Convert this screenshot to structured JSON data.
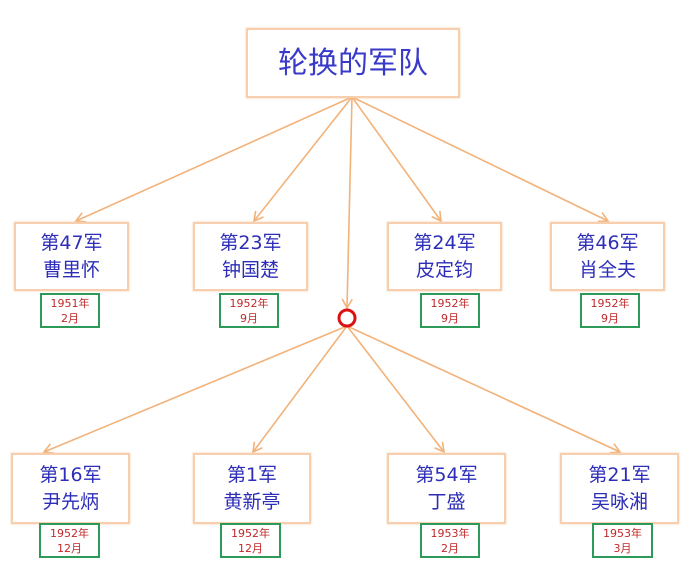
{
  "title": "轮换的军队",
  "colors": {
    "arrow": "#f2b27a",
    "box_border": "#f8cfae",
    "text": "#2d2db8",
    "date_text": "#c0282a",
    "date_border": "#2e9a5a",
    "junction": "#dd1111"
  },
  "row1": [
    {
      "army": "第47军",
      "commander": "曹里怀",
      "year": "1951年",
      "month": "2月"
    },
    {
      "army": "第23军",
      "commander": "钟国楚",
      "year": "1952年",
      "month": "9月"
    },
    {
      "army": "第24军",
      "commander": "皮定钧",
      "year": "1952年",
      "month": "9月"
    },
    {
      "army": "第46军",
      "commander": "肖全夫",
      "year": "1952年",
      "month": "9月"
    }
  ],
  "row2": [
    {
      "army": "第16军",
      "commander": "尹先炳",
      "year": "1952年",
      "month": "12月"
    },
    {
      "army": "第1军",
      "commander": "黄新亭",
      "year": "1952年",
      "month": "12月"
    },
    {
      "army": "第54军",
      "commander": "丁盛",
      "year": "1953年",
      "month": "2月"
    },
    {
      "army": "第21军",
      "commander": "吴咏湘",
      "year": "1953年",
      "month": "3月"
    }
  ]
}
